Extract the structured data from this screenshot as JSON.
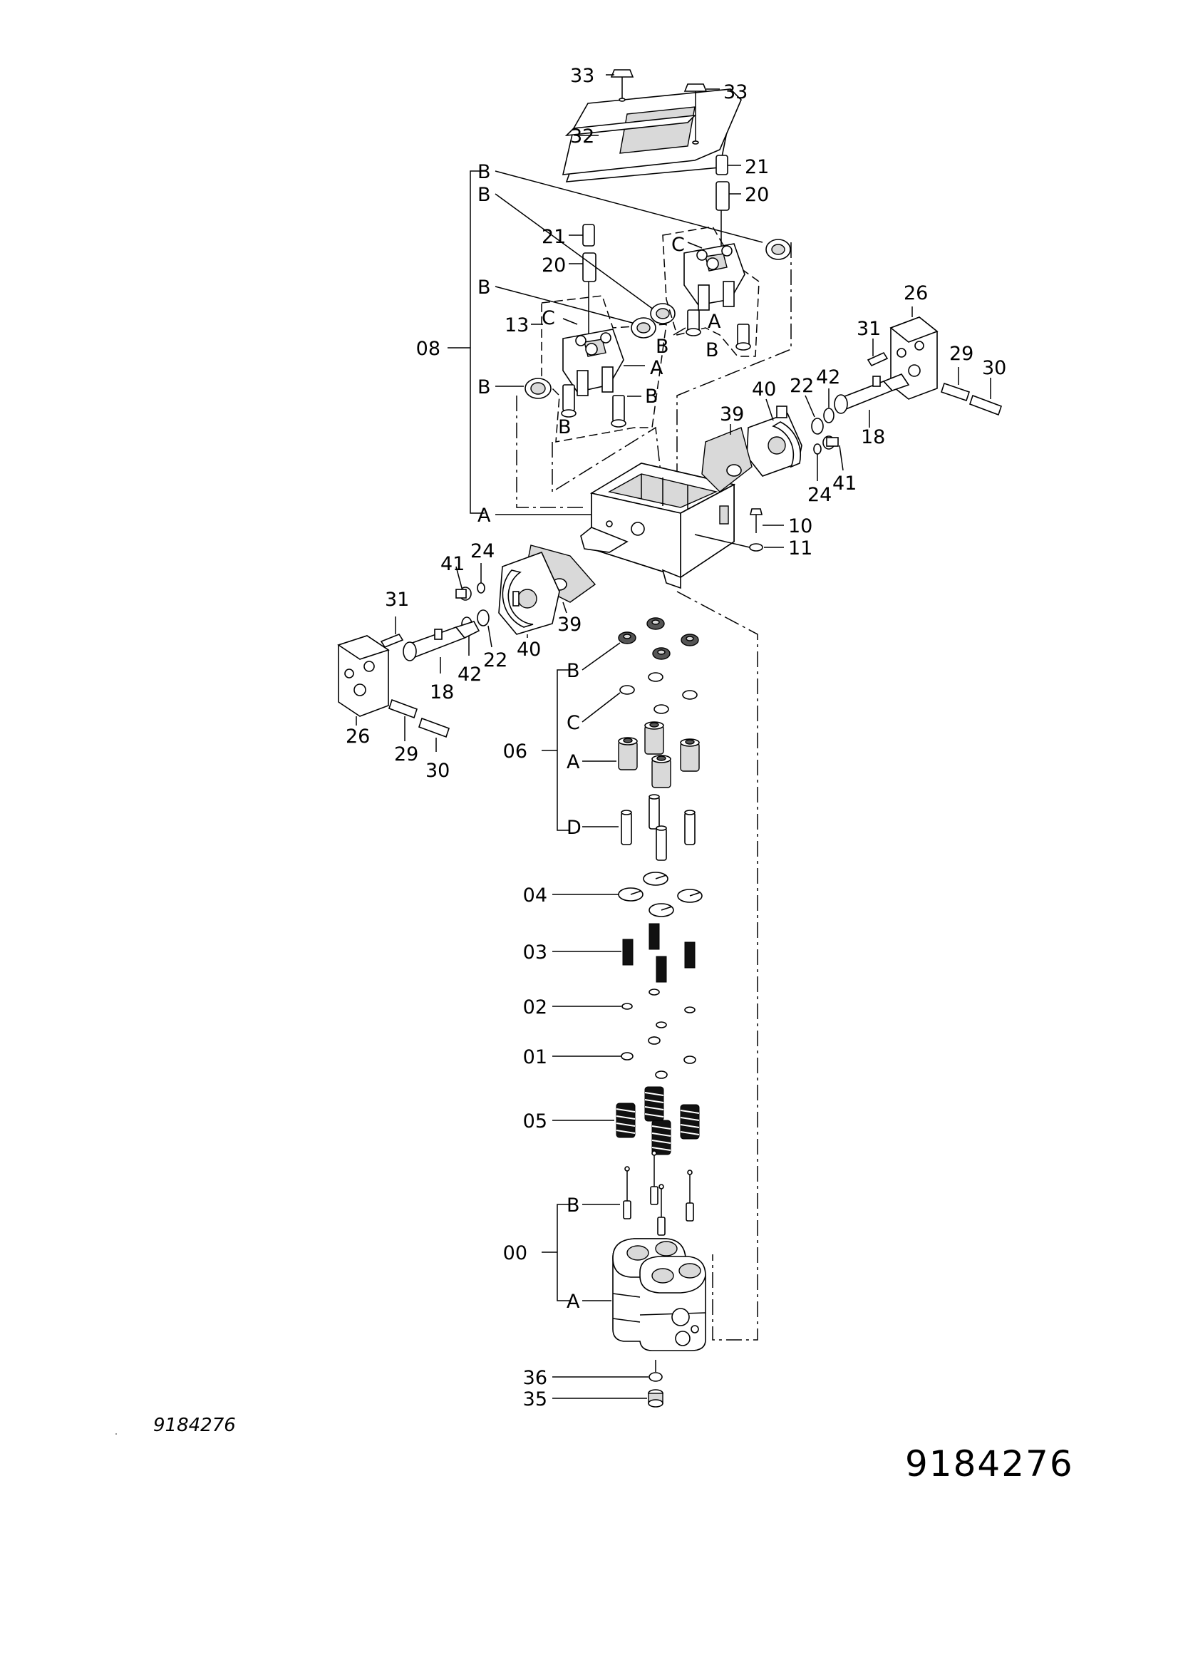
{
  "drawing": {
    "reference_small": "9184276",
    "reference_large": "9184276"
  },
  "callouts": {
    "c33a": "33",
    "c33b": "33",
    "c32": "32",
    "c21a": "21",
    "c20a": "20",
    "c21b": "21",
    "c20b": "20",
    "c08": "08",
    "c13": "13",
    "cB1": "B",
    "cB2": "B",
    "cB3": "B",
    "cB4": "B",
    "cC1": "C",
    "cC2": "C",
    "cA1": "A",
    "cA2": "A",
    "cA3": "A",
    "cB5": "B",
    "cB6": "B",
    "cB7": "B",
    "cB8": "B",
    "c26a": "26",
    "c31a": "31",
    "c29a": "29",
    "c30a": "30",
    "c22a": "22",
    "c42a": "42",
    "c40a": "40",
    "c39a": "39",
    "c18a": "18",
    "c24a": "24",
    "c41a": "41",
    "c10": "10",
    "c11": "11",
    "c41b": "41",
    "c24b": "24",
    "c31b": "31",
    "c39b": "39",
    "c40b": "40",
    "c18b": "18",
    "c42b": "42",
    "c22b": "22",
    "c26b": "26",
    "c29b": "29",
    "c30b": "30",
    "c06": "06",
    "c06B": "B",
    "c06C": "C",
    "c06A": "A",
    "c06D": "D",
    "c04": "04",
    "c03": "03",
    "c02": "02",
    "c01": "01",
    "c05": "05",
    "c00": "00",
    "c00B": "B",
    "c00A": "A",
    "c36": "36",
    "c35": "35"
  }
}
